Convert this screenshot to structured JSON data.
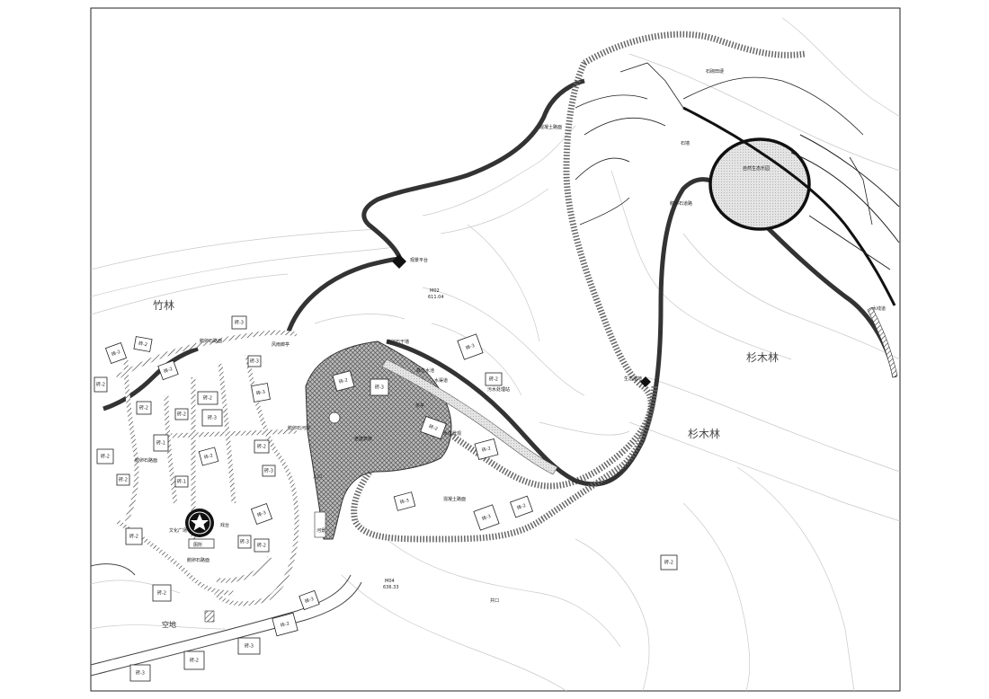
{
  "labels": {
    "bamboo_forest": "竹林",
    "fir_forest_1": "杉木林",
    "fir_forest_2": "杉木林",
    "open_space": "空地",
    "culture_square": "文化广场",
    "stage": "戏台",
    "toilet": "厕所",
    "gravel_path_1": "鹅卵石路面",
    "gravel_path_2": "鹅卵石路面",
    "gravel_path_3": "鹅卵石路面",
    "gravel_path_4": "鹅卵石河岸",
    "gravel_road": "鹅卵石道路",
    "gravel_retaining": "鹅卵石干墙",
    "concrete_road_1": "混凝土路面",
    "concrete_road_2": "混凝土路面",
    "old_school": "老建筑校",
    "sewage": "污水处理站",
    "water_tower": "高位水池",
    "water_channel": "水渠道",
    "river_view": "河景",
    "viewpoint": "观景平台",
    "ecology_pond": "生态湿地",
    "eco_park": "自然生态乐园",
    "stone_wall": "石墙",
    "stone_ridge": "石砌田埂",
    "pavilion": "风雨廊亭",
    "tea_pavilion": "茶亭",
    "water_park": "水体景观",
    "cliff": "水线道",
    "mount_well": "井口",
    "entrance": "入口",
    "bench_mark_1": "M02",
    "bench_mark_1_val": "611.04",
    "bench_mark_2": "M04",
    "bench_mark_2_val": "636.33"
  },
  "buildings": [
    {
      "id": "b1",
      "label": "砖-3"
    },
    {
      "id": "b2",
      "label": "砖-2"
    },
    {
      "id": "b3",
      "label": "砖-2"
    },
    {
      "id": "b4",
      "label": "砖-2"
    },
    {
      "id": "b5",
      "label": "砖-3"
    },
    {
      "id": "b6",
      "label": "砖-2"
    },
    {
      "id": "b7",
      "label": "砖-2"
    },
    {
      "id": "b8",
      "label": "砖-3"
    },
    {
      "id": "b9",
      "label": "砖-1"
    },
    {
      "id": "b10",
      "label": "砖-2"
    },
    {
      "id": "b11",
      "label": "砖-2"
    },
    {
      "id": "b12",
      "label": "砖-1"
    },
    {
      "id": "b13",
      "label": "砖-2"
    },
    {
      "id": "b14",
      "label": "砖-3"
    },
    {
      "id": "b15",
      "label": "砖-2"
    },
    {
      "id": "b16",
      "label": "砖-2"
    },
    {
      "id": "b17",
      "label": "砖-3"
    },
    {
      "id": "b18",
      "label": "砖-2"
    },
    {
      "id": "b19",
      "label": "砖-3"
    },
    {
      "id": "b20",
      "label": "砖-2"
    },
    {
      "id": "b21",
      "label": "砖-3"
    },
    {
      "id": "b22",
      "label": "砖-2"
    },
    {
      "id": "b23",
      "label": "砖-2"
    },
    {
      "id": "b24",
      "label": "砖-3"
    },
    {
      "id": "b25",
      "label": "砖-2"
    },
    {
      "id": "b26",
      "label": "砖-2"
    },
    {
      "id": "b27",
      "label": "砖-3"
    },
    {
      "id": "b28",
      "label": "砖-2"
    },
    {
      "id": "b29",
      "label": "砖-2"
    },
    {
      "id": "b30",
      "label": "砖-3"
    },
    {
      "id": "b31",
      "label": "砖-3"
    },
    {
      "id": "b32",
      "label": "砖-2"
    },
    {
      "id": "b33",
      "label": "砖-3"
    },
    {
      "id": "b34",
      "label": "砖-2"
    },
    {
      "id": "b35",
      "label": "砖-3"
    },
    {
      "id": "b36",
      "label": "砖-2"
    },
    {
      "id": "b37",
      "label": "砖-3"
    },
    {
      "id": "b38",
      "label": "砖-2"
    }
  ],
  "colors": {
    "frame": "#222222",
    "contour": "#c8c8c8",
    "road": "#333333",
    "ink": "#111111"
  }
}
